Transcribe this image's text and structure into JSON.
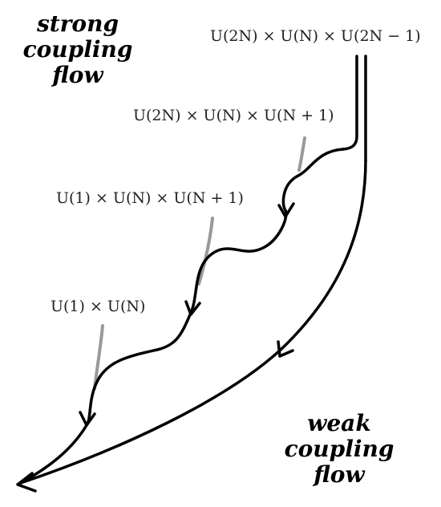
{
  "title_top_left": {
    "line1": "strong",
    "line2": "coupling",
    "line3": "flow"
  },
  "title_bottom_right": {
    "line1": "weak",
    "line2": "coupling",
    "line3": "flow"
  },
  "gauge_groups": [
    {
      "label": "U(2N) × U(N) × U(2N − 1)"
    },
    {
      "label": "U(2N) × U(N) × U(N + 1)"
    },
    {
      "label": "U(1) × U(N) × U(N + 1)"
    },
    {
      "label": "U(1) × U(N)"
    }
  ],
  "colors": {
    "flow_line": "#000000",
    "branch_line": "#999999"
  }
}
